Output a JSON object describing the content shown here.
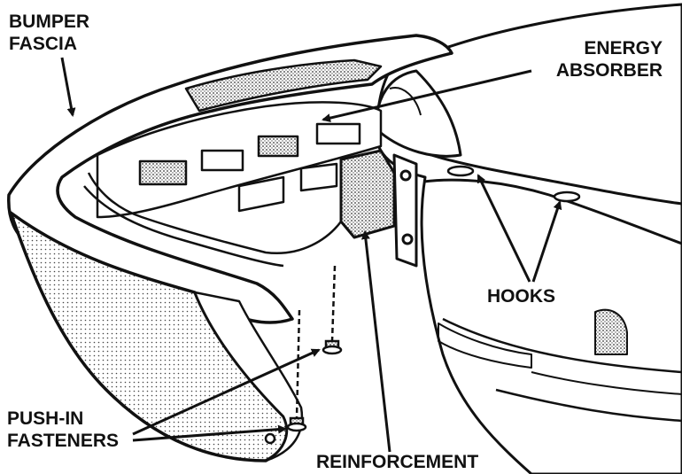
{
  "labels": {
    "bumper_fascia": [
      "BUMPER",
      "FASCIA"
    ],
    "energy_absorber": [
      "ENERGY",
      "ABSORBER"
    ],
    "hooks": "HOOKS",
    "push_in_fasteners": [
      "PUSH-IN",
      "FASTENERS"
    ],
    "reinforcement": "REINFORCEMENT"
  },
  "colors": {
    "ink": "#111111",
    "paper": "#ffffff",
    "shade": "#9a9a9a"
  }
}
